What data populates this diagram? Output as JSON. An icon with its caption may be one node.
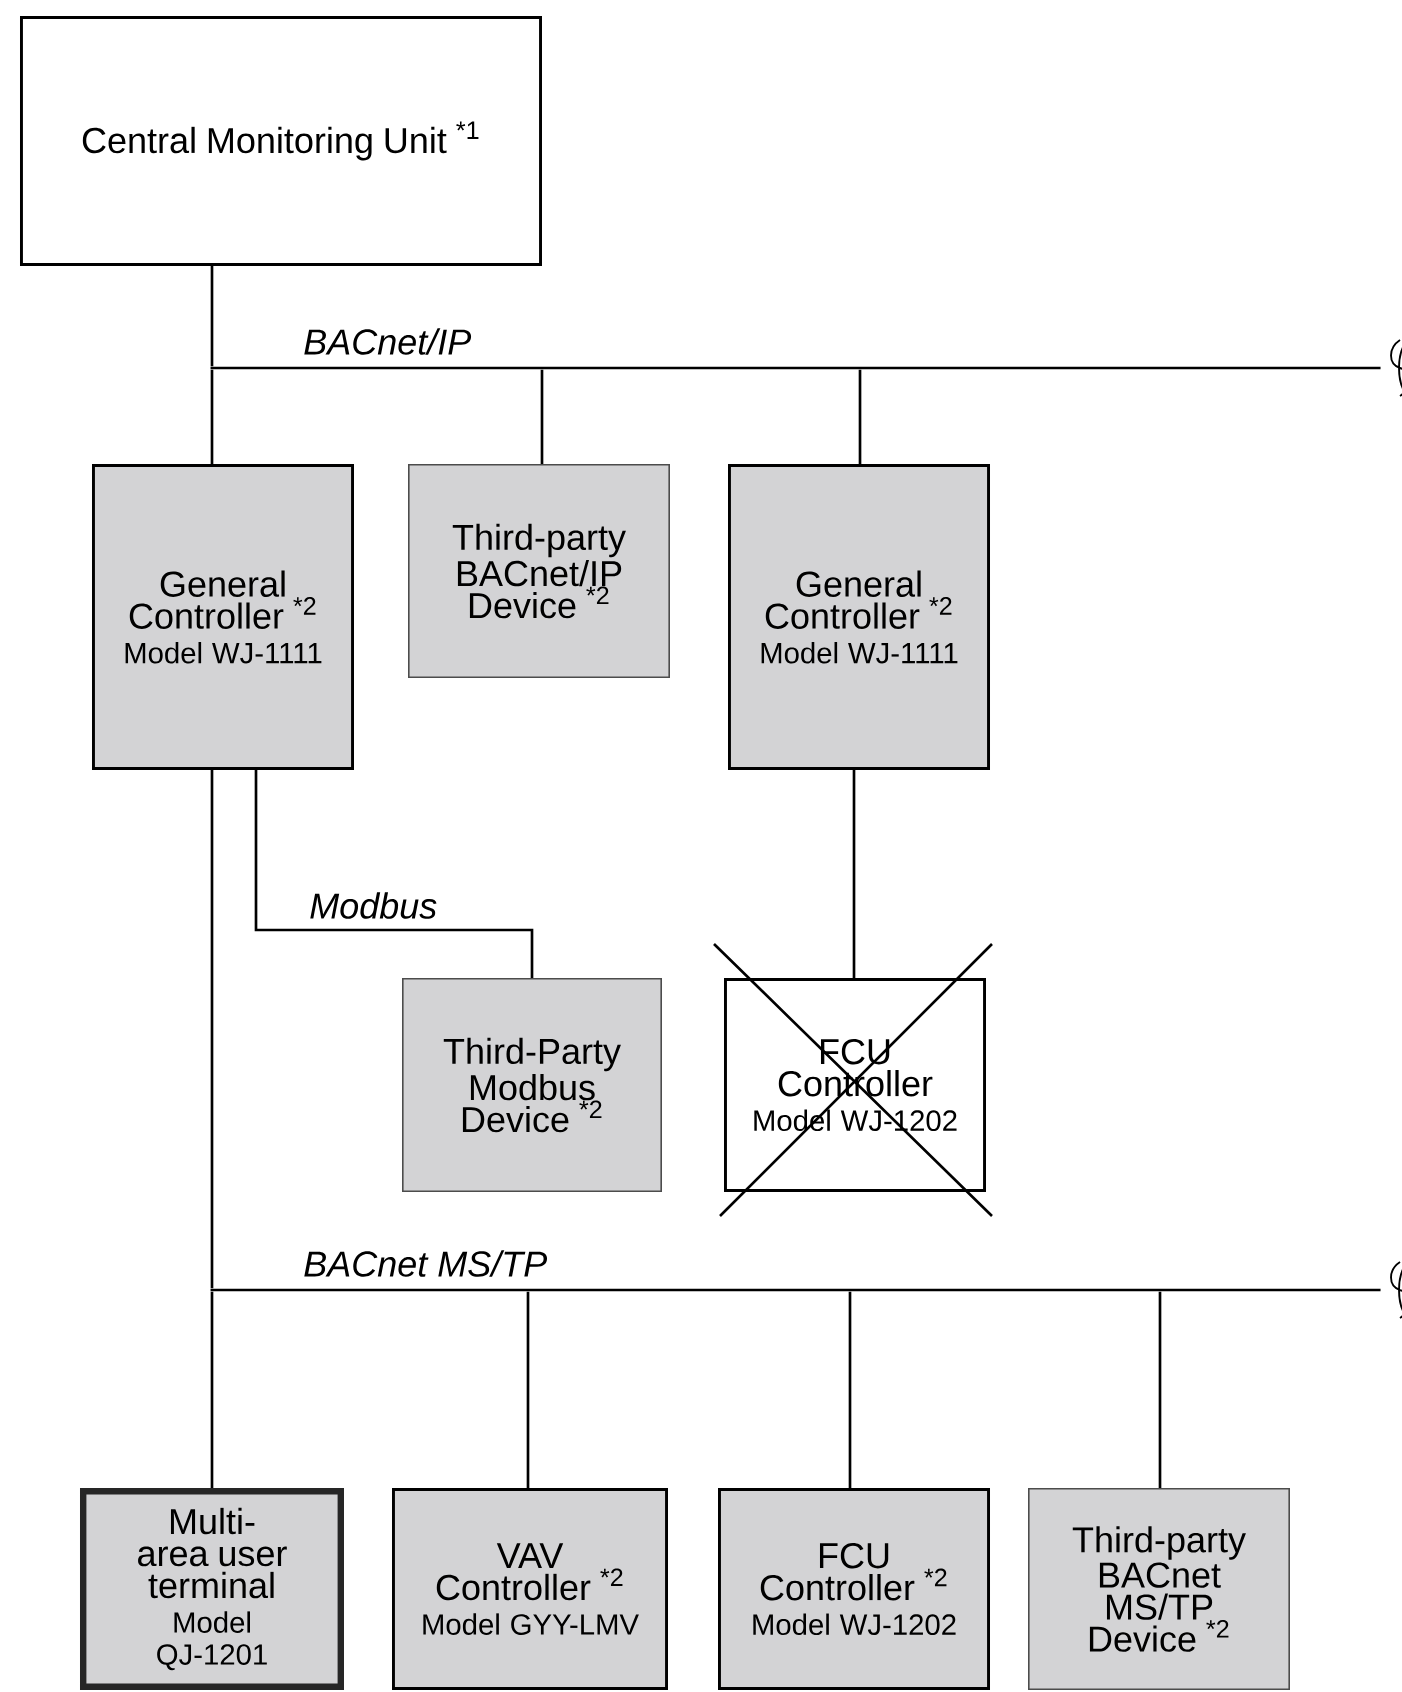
{
  "diagram": {
    "nodes": [
      {
        "text": [
          "Central Monitoring Unit $^{*1}$"
        ]
      },
      {
        "text": [
          "BACnet/IP"
        ]
      },
      {
        "text": [
          "General Controller $^{*2}$",
          "Model WJ-1111"
        ]
      },
      {
        "text": [
          "Third-party BACnet/IP Device $^{*2}$"
        ]
      },
      {
        "text": [
          "General Controller $^{*2}$",
          "Model WJ-1111"
        ]
      },
      {
        "text": [
          "Third-Party Modbus Device $^{*2}$"
        ]
      },
      {
        "text": [
          "FCU Controller",
          "Model WJ-1202"
        ]
      },
      {
        "text": [
          "BACnet MS/TP"
        ]
      },
      {
        "text": [
          "Multi-area user terminal",
          "Model QJ-1201"
        ]
      },
      {
        "text": [
          "VAV Controller $^{*2}$",
          "Model GYY-LMV"
        ]
      },
      {
        "text": [
          "FCU Controller $^{*2}$",
          "Model WJ-1202"
        ]
      },
      {
        "text": [
          "Third-party BACnet MS/TP Device $^{*2}$"
        ]
      }
    ],
    "edges": [
      {
        "from": 0,
        "to": 1,
        "arrow": "none"
      },
      {
        "from": 1,
        "to": 2,
        "arrow": "none"
      },
      {
        "from": 1,
        "to": 3,
        "arrow": "none"
      },
      {
        "from": 1,
        "to": 4,
        "arrow": "none"
      },
      {
        "from": 2,
        "to": 5,
        "arrow": "none",
        "label": "Modbus"
      },
      {
        "from": 4,
        "to": 6,
        "arrow": "none"
      },
      {
        "from": 2,
        "to": 7,
        "arrow": "none"
      },
      {
        "from": 7,
        "to": 8,
        "arrow": "none"
      },
      {
        "from": 7,
        "to": 9,
        "arrow": "none"
      },
      {
        "from": 7,
        "to": 10,
        "arrow": "none"
      },
      {
        "from": 7,
        "to": 11,
        "arrow": "none"
      }
    ]
  }
}
